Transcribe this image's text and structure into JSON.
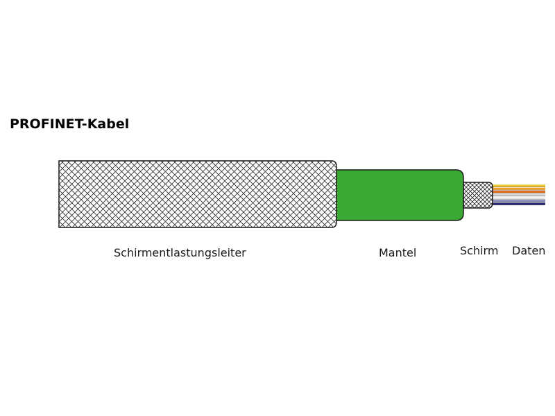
{
  "title": "PROFINET-Kabel",
  "labels": {
    "drain_wire": "Schirmentlastungsleiter",
    "jacket": "Mantel",
    "shield": "Schirm",
    "data": "Daten"
  },
  "colors": {
    "jacket_green": "#3aaa35",
    "outline": "#1a1a1a",
    "braid_line": "#2a2a2a",
    "background": "#ffffff",
    "wires": [
      "#e8c82a",
      "#f0a020",
      "#e06a1a",
      "#d8d8d8",
      "#f2f2f2",
      "#8a8ab8",
      "#2a2a70"
    ]
  }
}
